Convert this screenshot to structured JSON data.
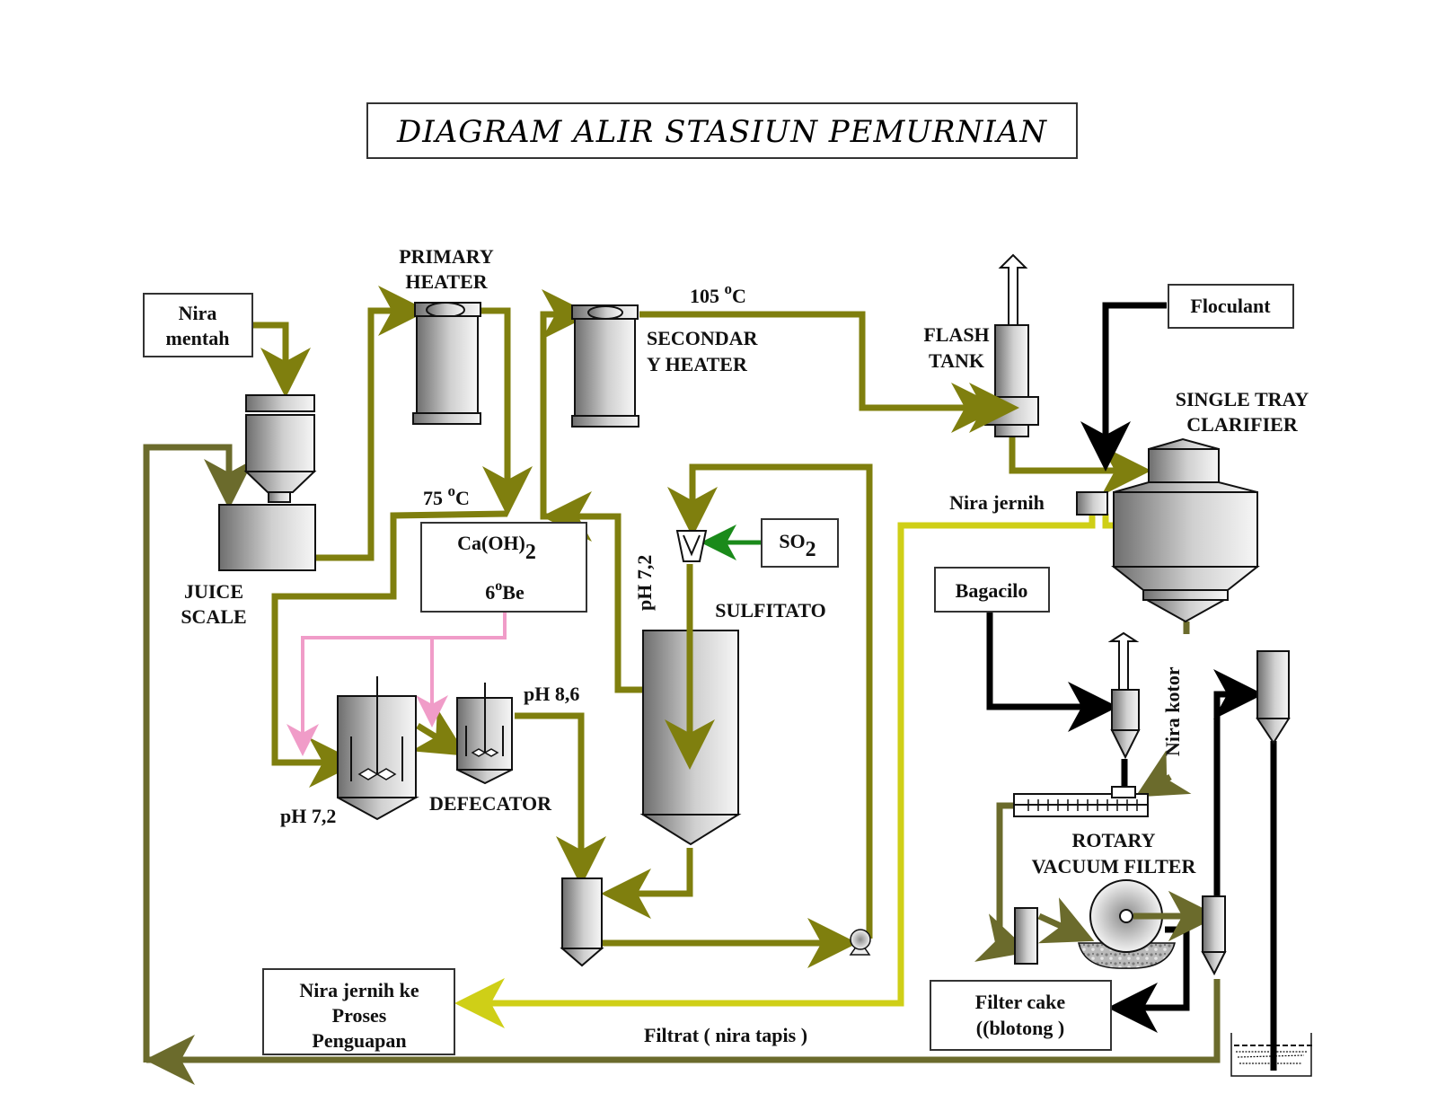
{
  "title": "DIAGRAM ALIR STASIUN PEMURNIAN",
  "boxes": {
    "nira_mentah": [
      "Nira",
      "mentah"
    ],
    "caoh2_line1": "Ca(OH)",
    "caoh2_sub": "2",
    "caoh2_line2_num": "6",
    "caoh2_line2_sup": "o",
    "caoh2_line2_unit": "Be",
    "so2_main": "SO",
    "so2_sub": "2",
    "floculant": "Floculant",
    "bagacilo": "Bagacilo",
    "filter_cake": [
      "Filter cake",
      "((blotong )"
    ],
    "nira_jernih_ke": [
      "Nira jernih ke",
      "Proses",
      "Penguapan"
    ]
  },
  "labels": {
    "primary_heater": [
      "PRIMARY",
      "HEATER"
    ],
    "secondary_heater": [
      "SECONDAR",
      "Y HEATER"
    ],
    "flash_tank": [
      "FLASH",
      "TANK"
    ],
    "single_tray_clarifier": [
      "SINGLE TRAY",
      "CLARIFIER"
    ],
    "juice_scale": [
      "JUICE",
      "SCALE"
    ],
    "defecator": "DEFECATOR",
    "sulfitato": "SULFITATO",
    "rotary_vacuum_filter": [
      "ROTARY",
      "VACUUM FILTER"
    ],
    "nira_jernih": "Nira jernih",
    "nira_kotor": "Nira kotor",
    "filtrat": "Filtrat  ( nira tapis )",
    "temp_75_num": "75 ",
    "temp_75_sup": "o",
    "temp_75_unit": "C",
    "temp_105_num": "105 ",
    "temp_105_sup": "o",
    "temp_105_unit": "C",
    "ph_72_defecator": "pH 7,2",
    "ph_86": "pH 8,6",
    "ph_72_sulfitato": "pH 7,2"
  },
  "colors": {
    "main_pipe": "#7f7f0e",
    "return_pipe": "#6b6b2c",
    "clear_juice_pipe": "#cfcf17",
    "lime_pipe": "#f09cc8",
    "so2_pipe": "#1a8a1a",
    "aux_pipe": "#000000"
  }
}
